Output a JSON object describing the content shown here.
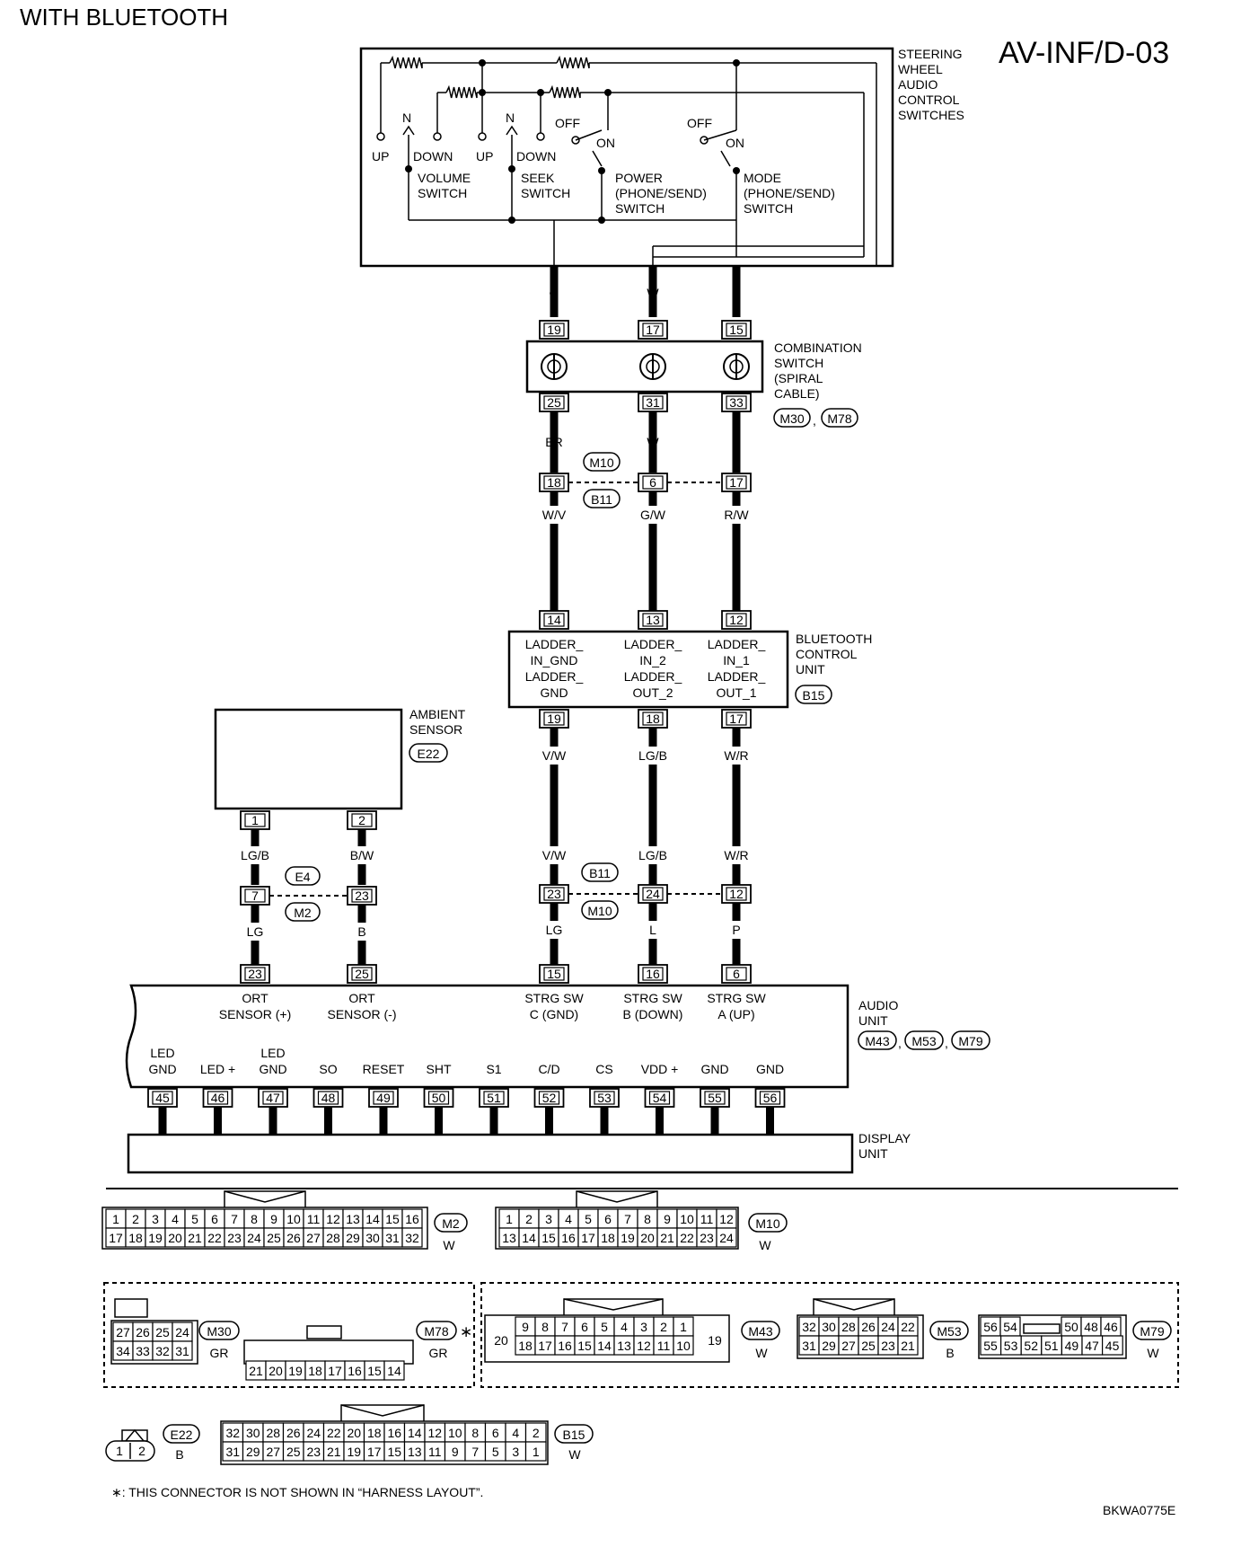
{
  "header": "WITH BLUETOOTH",
  "diagram_id": "AV-INF/D-03",
  "figure_code": "BKWA0775E",
  "footnote": "∗: THIS CONNECTOR IS NOT SHOWN IN “HARNESS LAYOUT”.",
  "steering": {
    "label": [
      "STEERING",
      "WHEEL",
      "AUDIO",
      "CONTROL",
      "SWITCHES"
    ],
    "volume": {
      "up": "UP",
      "down": "DOWN",
      "n": "N",
      "name": [
        "VOLUME",
        "SWITCH"
      ]
    },
    "seek": {
      "up": "UP",
      "down": "DOWN",
      "n": "N",
      "name": [
        "SEEK",
        "SWITCH"
      ]
    },
    "power": {
      "off": "OFF",
      "on": "ON",
      "name": [
        "POWER",
        "(PHONE/SEND)",
        "SWITCH"
      ]
    },
    "mode": {
      "off": "OFF",
      "on": "ON",
      "name": [
        "MODE",
        "(PHONE/SEND)",
        "SWITCH"
      ]
    },
    "wires": [
      "G",
      "W",
      "L"
    ]
  },
  "combination": {
    "label": [
      "COMBINATION",
      "SWITCH",
      "(SPIRAL",
      "CABLE)"
    ],
    "top_pins": [
      "19",
      "17",
      "15"
    ],
    "bottom_pins": [
      "25",
      "31",
      "33"
    ],
    "connectors": [
      "M30",
      "M78"
    ],
    "out_wires": [
      "BR",
      "W",
      "R"
    ]
  },
  "joint1": {
    "pins": [
      "18",
      "6",
      "17"
    ],
    "connectors": [
      "M10",
      "B11"
    ],
    "out_wires": [
      "W/V",
      "G/W",
      "R/W"
    ]
  },
  "bluetooth": {
    "label": [
      "BLUETOOTH",
      "CONTROL",
      "UNIT"
    ],
    "connector": "B15",
    "top_pins": [
      "14",
      "13",
      "12"
    ],
    "bottom_pins": [
      "19",
      "18",
      "17"
    ],
    "terminals": [
      [
        "LADDER_",
        "IN_GND",
        "LADDER_",
        "GND"
      ],
      [
        "LADDER_",
        "IN_2",
        "LADDER_",
        "OUT_2"
      ],
      [
        "LADDER_",
        "IN_1",
        "LADDER_",
        "OUT_1"
      ]
    ],
    "out_wires": [
      "V/W",
      "LG/B",
      "W/R"
    ],
    "out_wires_lower": [
      "V/W",
      "LG/B",
      "W/R"
    ]
  },
  "ambient": {
    "label": [
      "AMBIENT",
      "SENSOR"
    ],
    "connector": "E22",
    "pins": [
      "1",
      "2"
    ],
    "out_wires": [
      "LG/B",
      "B/W"
    ]
  },
  "joint2": {
    "pins": [
      "7",
      "23"
    ],
    "connectors": [
      "E4",
      "M2"
    ],
    "out_wires": [
      "LG",
      "B"
    ]
  },
  "joint3": {
    "pins": [
      "23",
      "24",
      "12"
    ],
    "connectors": [
      "B11",
      "M10"
    ],
    "out_wires": [
      "LG",
      "L",
      "P"
    ]
  },
  "audio": {
    "label": [
      "AUDIO",
      "UNIT"
    ],
    "connectors": [
      "M43",
      "M53",
      "M79"
    ],
    "top_pins": [
      "23",
      "25",
      "15",
      "16",
      "6"
    ],
    "top_terms": [
      [
        "ORT",
        "SENSOR (+)"
      ],
      [
        "ORT",
        "SENSOR (-)"
      ],
      [
        "STRG SW",
        "C (GND)"
      ],
      [
        "STRG SW",
        "B (DOWN)"
      ],
      [
        "STRG SW",
        "A (UP)"
      ]
    ],
    "bottom_pins": [
      "45",
      "46",
      "47",
      "48",
      "49",
      "50",
      "51",
      "52",
      "53",
      "54",
      "55",
      "56"
    ],
    "bottom_terms": [
      [
        "LED",
        "GND"
      ],
      [
        "",
        "LED +"
      ],
      [
        "LED",
        "GND"
      ],
      [
        "",
        "SO"
      ],
      [
        "",
        "RESET"
      ],
      [
        "",
        "SHT"
      ],
      [
        "",
        "S1"
      ],
      [
        "",
        "C/D"
      ],
      [
        "",
        "CS"
      ],
      [
        "",
        "VDD +"
      ],
      [
        "",
        "GND"
      ],
      [
        "",
        "GND"
      ]
    ]
  },
  "display": {
    "label": [
      "DISPLAY",
      "UNIT"
    ]
  },
  "legend": {
    "m2": {
      "id": "M2",
      "color": "W",
      "row1": [
        "1",
        "2",
        "3",
        "4",
        "5",
        "6",
        "7",
        "8",
        "9",
        "10",
        "11",
        "12",
        "13",
        "14",
        "15",
        "16"
      ],
      "row2": [
        "17",
        "18",
        "19",
        "20",
        "21",
        "22",
        "23",
        "24",
        "25",
        "26",
        "27",
        "28",
        "29",
        "30",
        "31",
        "32"
      ]
    },
    "m10": {
      "id": "M10",
      "color": "W",
      "row1": [
        "1",
        "2",
        "3",
        "4",
        "5",
        "6",
        "7",
        "8",
        "9",
        "10",
        "11",
        "12"
      ],
      "row2": [
        "13",
        "14",
        "15",
        "16",
        "17",
        "18",
        "19",
        "20",
        "21",
        "22",
        "23",
        "24"
      ]
    },
    "m30": {
      "id": "M30",
      "color": "GR",
      "row1": [
        "27",
        "26",
        "25",
        "24"
      ],
      "row2": [
        "34",
        "33",
        "32",
        "31"
      ]
    },
    "m78": {
      "id": "M78",
      "color": "GR",
      "star": "∗",
      "row2": [
        "21",
        "20",
        "19",
        "18",
        "17",
        "16",
        "15",
        "14"
      ]
    },
    "m43": {
      "id": "M43",
      "color": "W",
      "left": "20",
      "right": "19",
      "row1": [
        "9",
        "8",
        "7",
        "6",
        "5",
        "4",
        "3",
        "2",
        "1"
      ],
      "row2": [
        "18",
        "17",
        "16",
        "15",
        "14",
        "13",
        "12",
        "11",
        "10"
      ]
    },
    "m53": {
      "id": "M53",
      "color": "B",
      "row1": [
        "32",
        "30",
        "28",
        "26",
        "24",
        "22"
      ],
      "row2": [
        "31",
        "29",
        "27",
        "25",
        "23",
        "21"
      ]
    },
    "m79": {
      "id": "M79",
      "color": "W",
      "row1": [
        "56",
        "54",
        "50",
        "48",
        "46"
      ],
      "row2": [
        "55",
        "53",
        "52",
        "51",
        "49",
        "47",
        "45"
      ]
    },
    "e22": {
      "id": "E22",
      "color": "B",
      "pins": [
        "1",
        "2"
      ]
    },
    "b15": {
      "id": "B15",
      "color": "W",
      "row1": [
        "32",
        "30",
        "28",
        "26",
        "24",
        "22",
        "20",
        "18",
        "16",
        "14",
        "12",
        "10",
        "8",
        "6",
        "4",
        "2"
      ],
      "row2": [
        "31",
        "29",
        "27",
        "25",
        "23",
        "21",
        "19",
        "17",
        "15",
        "13",
        "11",
        "9",
        "7",
        "5",
        "3",
        "1"
      ]
    }
  }
}
